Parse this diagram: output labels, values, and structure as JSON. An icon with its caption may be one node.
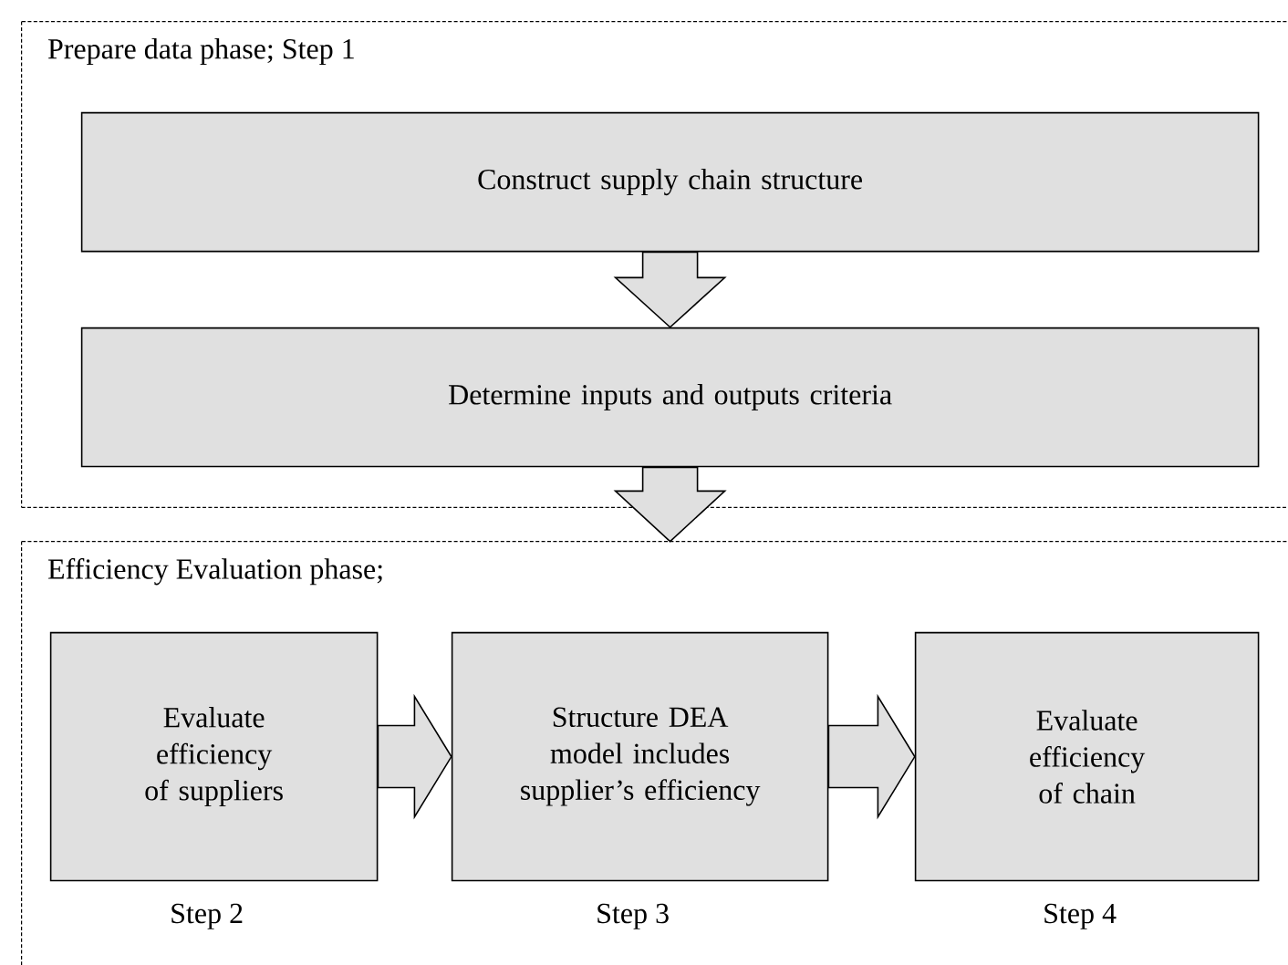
{
  "diagram": {
    "nodes": [
      {
        "text": [
          "Prepare data phase; Step 1"
        ]
      },
      {
        "text": [
          "Construct supply chain structure"
        ],
        "in": 0
      },
      {
        "text": [
          "Determine inputs and outputs criteria"
        ],
        "in": 0
      },
      {
        "text": [
          "Efficiency Evaluation phase;"
        ]
      },
      {
        "text": [
          "Evaluate efficiency of suppliers"
        ],
        "in": 3,
        "beside": [
          "Step 2"
        ]
      },
      {
        "text": [
          "Structure DEA model includes supplier’s efficiency"
        ],
        "in": 3,
        "beside": [
          "Step 3"
        ]
      },
      {
        "text": [
          "Evaluate efficiency of chain"
        ],
        "in": 3,
        "beside": [
          "Step 4"
        ]
      }
    ],
    "edges": [
      {
        "from": 1,
        "to": 2,
        "arrow": "to"
      },
      {
        "from": 2,
        "to": 3,
        "arrow": "to"
      },
      {
        "from": 4,
        "to": 5,
        "arrow": "to"
      },
      {
        "from": 5,
        "to": 6,
        "arrow": "to"
      }
    ]
  }
}
